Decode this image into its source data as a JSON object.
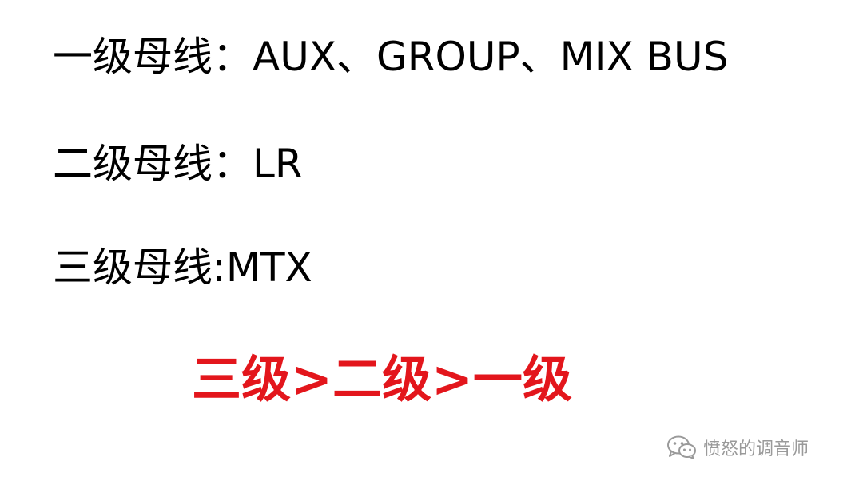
{
  "lines": [
    {
      "label": "一级母线",
      "separator": "：",
      "value": "AUX、GROUP、MIX BUS"
    },
    {
      "label": "二级母线",
      "separator": "：",
      "value": "LR"
    },
    {
      "label": "三级母线",
      "separator": ":",
      "value": "MTX"
    }
  ],
  "emphasis": {
    "text": "三级>二级>一级",
    "color": "#e3161c"
  },
  "watermark": {
    "icon": "wechat-icon",
    "text": "愤怒的调音师"
  }
}
